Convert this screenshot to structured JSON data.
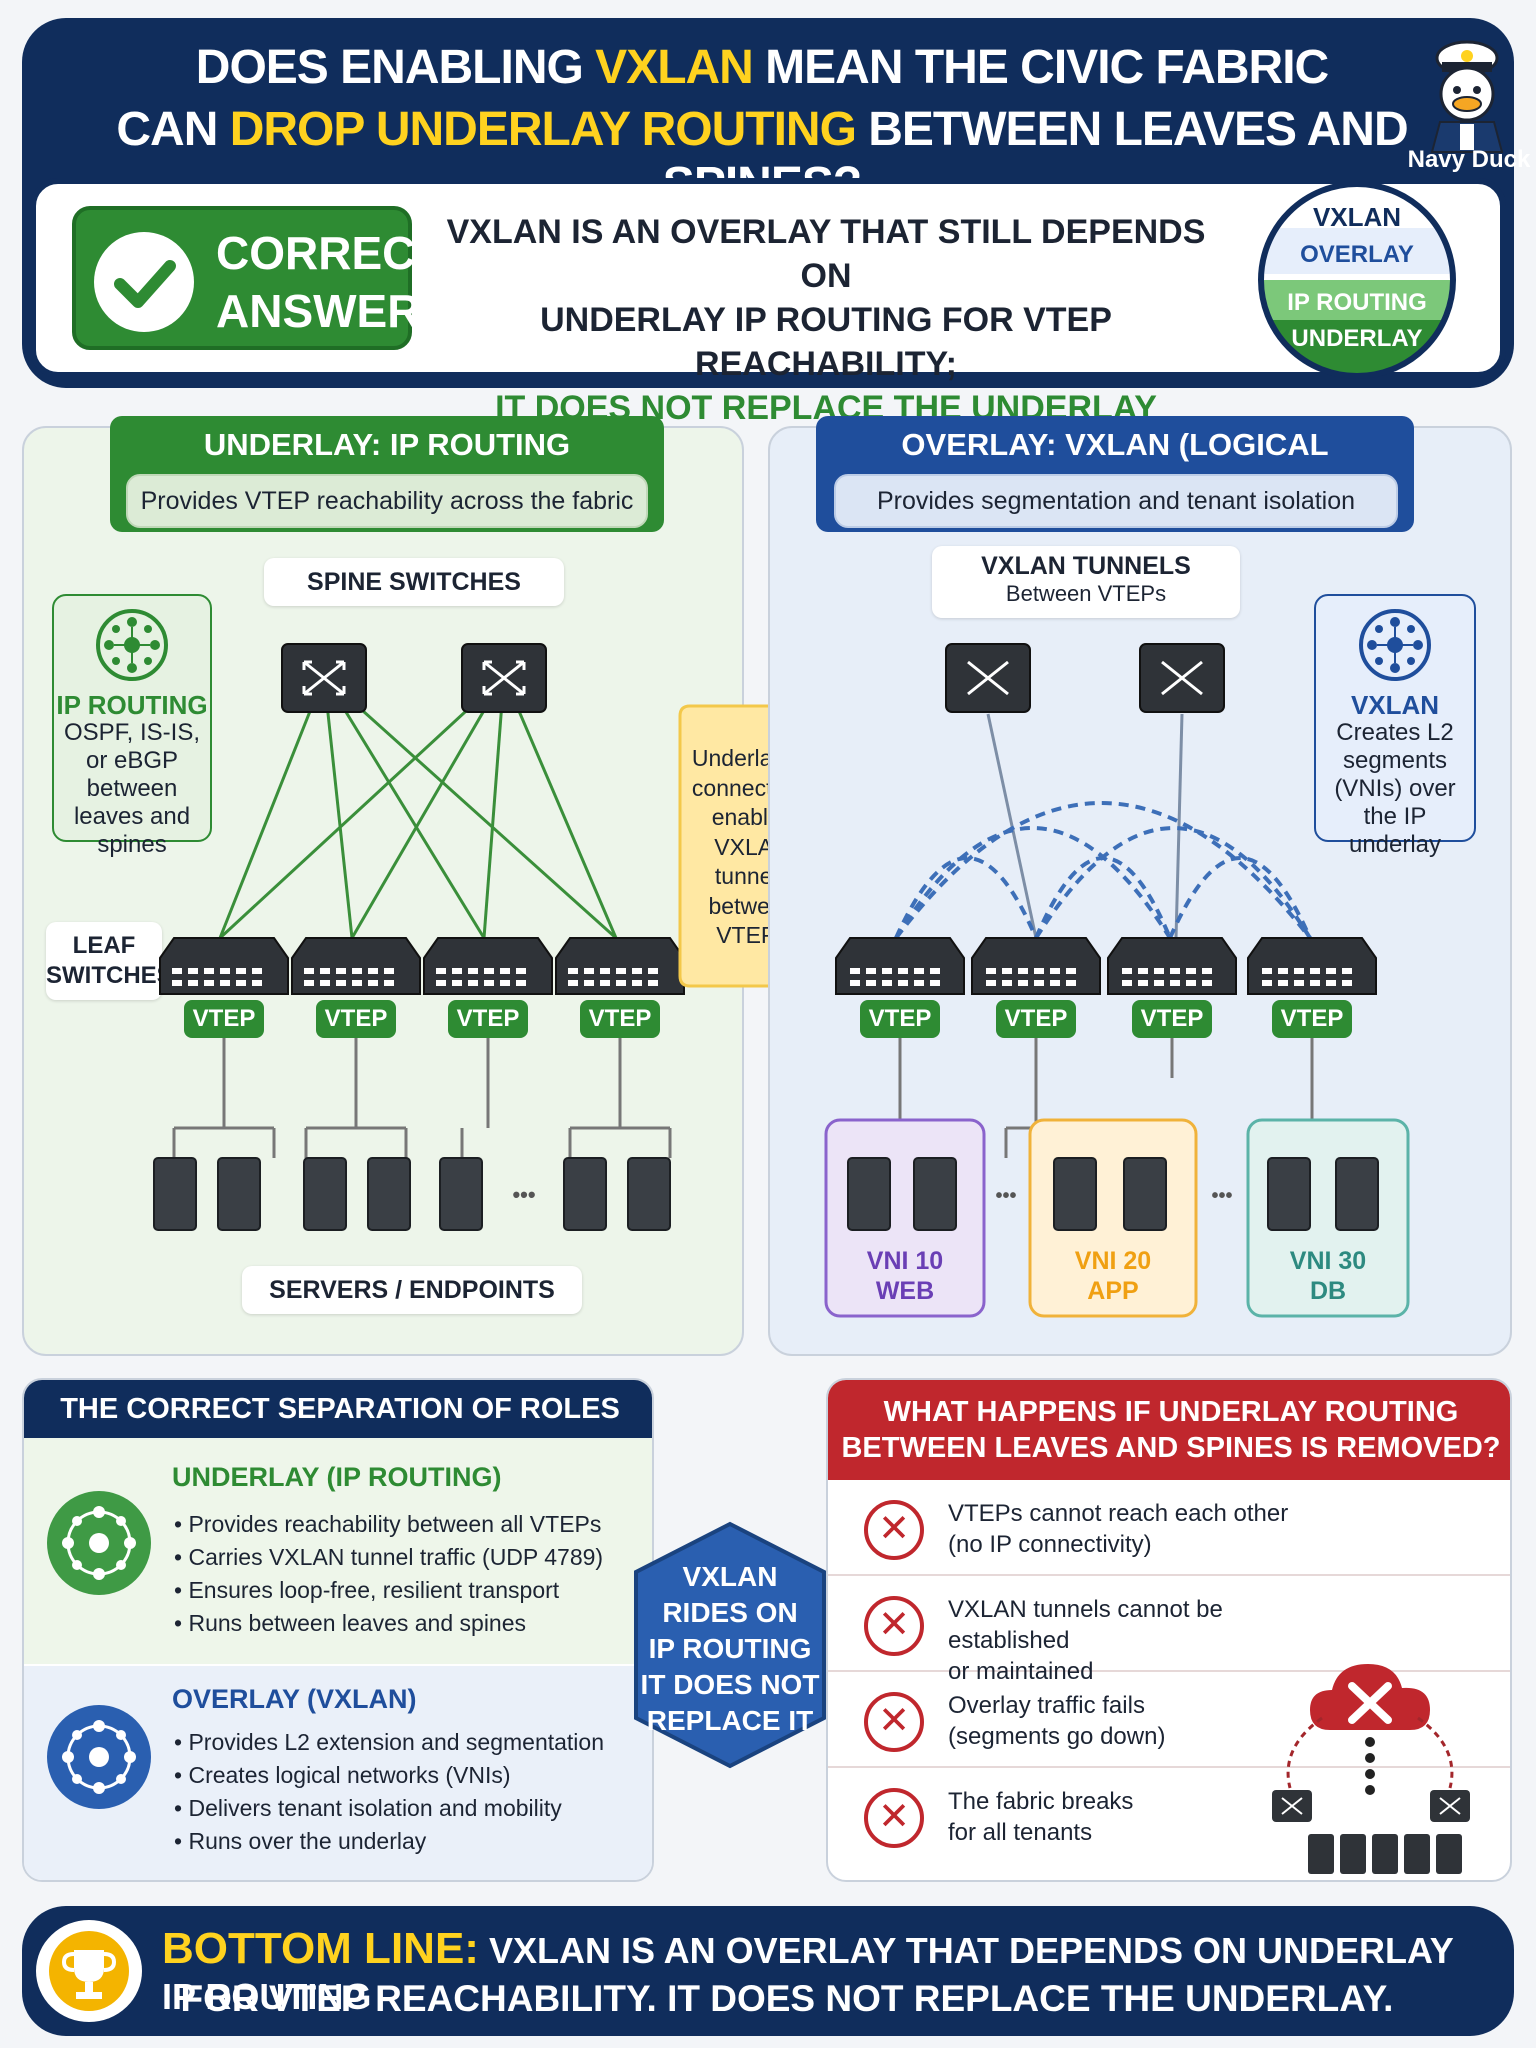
{
  "header": {
    "title_line1_a": "DOES ENABLING ",
    "title_line1_hl": "VXLAN",
    "title_line1_b": " MEAN THE CIVIC FABRIC",
    "title_line2_a": "CAN ",
    "title_line2_hl": "DROP UNDERLAY ROUTING",
    "title_line2_b": " BETWEEN LEAVES AND SPINES?",
    "mascot_label": "Navy Duck"
  },
  "answer": {
    "badge_line1": "CORRECT",
    "badge_line2": "ANSWER",
    "line1": "VXLAN IS AN OVERLAY THAT STILL DEPENDS ON",
    "line2": "UNDERLAY IP ROUTING FOR VTEP REACHABILITY;",
    "line3": "IT DOES NOT REPLACE THE UNDERLAY",
    "stack_top1": "VXLAN",
    "stack_top2": "OVERLAY",
    "stack_bottom1": "IP ROUTING",
    "stack_bottom2": "UNDERLAY"
  },
  "underlay": {
    "title": "UNDERLAY: IP ROUTING (TRANSPORT)",
    "subtitle": "Provides VTEP reachability across the fabric",
    "spine_label": "SPINE SWITCHES",
    "leaf_label_1": "LEAF",
    "leaf_label_2": "SWITCHES",
    "routing_title": "IP ROUTING",
    "routing_desc": [
      "OSPF, IS-IS,",
      "or eBGP",
      "between",
      "leaves and",
      "spines"
    ],
    "vtep_labels": [
      "VTEP",
      "VTEP",
      "VTEP",
      "VTEP"
    ],
    "servers_label": "SERVERS / ENDPOINTS",
    "ellipsis": "•••"
  },
  "arrow": {
    "text": [
      "Underlay IP",
      "connectivity",
      "enables",
      "VXLAN",
      "tunnels",
      "between",
      "VTEPs"
    ]
  },
  "overlay": {
    "title": "OVERLAY: VXLAN (LOGICAL NETWORKS)",
    "subtitle": "Provides segmentation and tenant isolation",
    "tunnels_label": "VXLAN TUNNELS",
    "tunnels_sub": "Between VTEPs",
    "vxlan_title": "VXLAN",
    "vxlan_desc": [
      "Creates L2",
      "segments",
      "(VNIs) over",
      "the IP",
      "underlay"
    ],
    "vtep_labels": [
      "VTEP",
      "VTEP",
      "VTEP",
      "VTEP"
    ],
    "vni": [
      {
        "id": "VNI 10",
        "name": "WEB",
        "color": "#6a3fb5",
        "bg": "#ece4f7"
      },
      {
        "id": "VNI 20",
        "name": "APP",
        "color": "#f0a012",
        "bg": "#fff1d6"
      },
      {
        "id": "VNI 30",
        "name": "DB",
        "color": "#2d8a80",
        "bg": "#e2f2ef"
      }
    ],
    "ellipsis": "•••"
  },
  "roles": {
    "title": "THE CORRECT SEPARATION OF ROLES",
    "underlay_head": "UNDERLAY (IP ROUTING)",
    "underlay_items": [
      "Provides reachability between all VTEPs",
      "Carries VXLAN tunnel traffic (UDP 4789)",
      "Ensures loop-free, resilient transport",
      "Runs between leaves and spines"
    ],
    "overlay_head": "OVERLAY (VXLAN)",
    "overlay_items": [
      "Provides L2 extension and segmentation",
      "Creates logical networks (VNIs)",
      "Delivers tenant isolation and mobility",
      "Runs over the underlay"
    ]
  },
  "hex": {
    "lines": [
      "VXLAN",
      "RIDES ON",
      "IP ROUTING",
      "IT DOES NOT",
      "REPLACE IT"
    ]
  },
  "failure": {
    "title_line1": "WHAT HAPPENS IF UNDERLAY ROUTING",
    "title_line2": "BETWEEN LEAVES AND SPINES IS REMOVED?",
    "items": [
      {
        "line1": "VTEPs cannot reach each other",
        "line2": "(no IP connectivity)"
      },
      {
        "line1": "VXLAN tunnels cannot be established",
        "line2": "or maintained"
      },
      {
        "line1": "Overlay traffic fails",
        "line2": "(segments go down)"
      },
      {
        "line1": "The fabric breaks",
        "line2": "for all tenants"
      }
    ]
  },
  "bottom": {
    "label": "BOTTOM LINE:",
    "line1": " VXLAN IS AN OVERLAY THAT DEPENDS ON UNDERLAY IP ROUTING",
    "line2": "FOR VTEP REACHABILITY.  IT DOES NOT REPLACE THE UNDERLAY."
  },
  "colors": {
    "navy": "#102d5c",
    "green": "#2e8b33",
    "blue": "#1f4e9c",
    "red": "#c0272d",
    "yellow": "#ffd21f"
  }
}
